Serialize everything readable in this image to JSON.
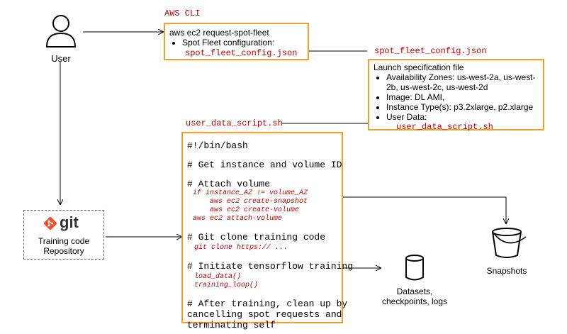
{
  "user": {
    "label": "User"
  },
  "aws_cli": {
    "heading": "AWS CLI",
    "command": "aws ec2 request-spot-fleet",
    "bullet": "Spot Fleet configuration:",
    "config_file": "spot_fleet_config.json"
  },
  "fleet_config": {
    "heading": "spot_fleet_config.json",
    "title": "Launch specification file",
    "items": [
      "Availability Zones: us-west-2a, us-west-2b, us-west-2c, us-west-2d",
      "Image: DL AMI,",
      "Instance Type(s): p3.2xlarge, p2.xlarge",
      "User Data:"
    ],
    "user_data_file": "user_data_script.sh"
  },
  "script": {
    "heading": "user_data_script.sh",
    "shebang": "#!/bin/bash",
    "c1": "# Get instance and volume ID",
    "c2": "# Attach volume",
    "s2": "if instance_AZ != volume_AZ\n    aws ec2 create-snapshot\n    aws ec2 create-volume\naws ec2 attach-volume",
    "c3": "# Git clone training code",
    "s3": "git clone https:// ...",
    "c4": "# Initiate tensorflow training",
    "s4": "load_data()\ntraining_loop()",
    "c5": "# After training, clean up by\ncancelling spot requests and\nterminating self"
  },
  "repo": {
    "logo_text": "git",
    "label": "Training code\nRepository"
  },
  "snapshots": {
    "label": "Snapshots"
  },
  "datasets": {
    "label": "Datasets,\ncheckpoints, logs"
  },
  "colors": {
    "accent": "#f0a030",
    "code_red": "#c00000",
    "git_orange": "#f05133",
    "dashed_border": "#4a5a8a"
  }
}
